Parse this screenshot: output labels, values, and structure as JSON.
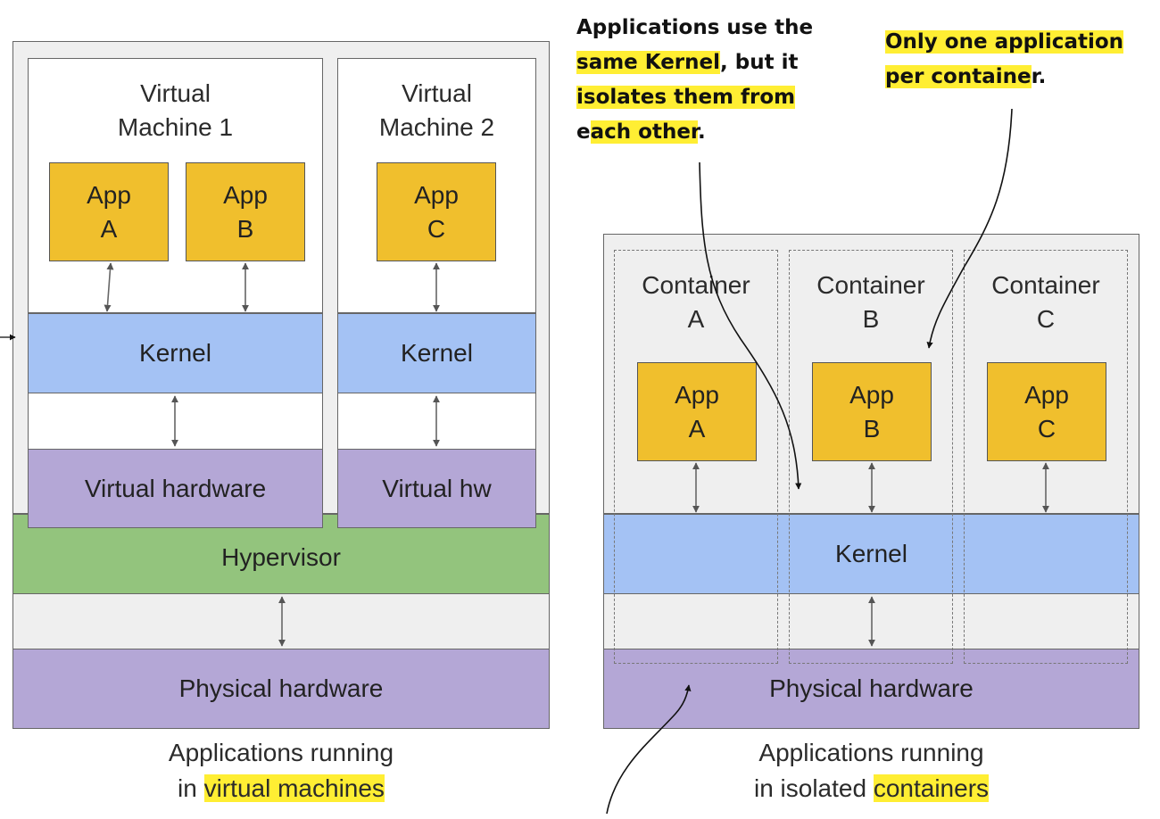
{
  "vm_side": {
    "vm1": {
      "title_line1": "Virtual",
      "title_line2": "Machine 1",
      "kernel": "Kernel",
      "hardware": "Virtual hardware",
      "apps": [
        {
          "line1": "App",
          "line2": "A"
        },
        {
          "line1": "App",
          "line2": "B"
        }
      ]
    },
    "vm2": {
      "title_line1": "Virtual",
      "title_line2": "Machine 2",
      "kernel": "Kernel",
      "hardware": "Virtual hw",
      "apps": [
        {
          "line1": "App",
          "line2": "C"
        }
      ]
    },
    "hypervisor": "Hypervisor",
    "physical": "Physical hardware",
    "caption_line1": "Applications running",
    "caption_line2_prefix": "in ",
    "caption_line2_highlight": "virtual machines"
  },
  "container_side": {
    "containers": [
      {
        "title_line1": "Container",
        "title_line2": "A",
        "app_line1": "App",
        "app_line2": "A"
      },
      {
        "title_line1": "Container",
        "title_line2": "B",
        "app_line1": "App",
        "app_line2": "B"
      },
      {
        "title_line1": "Container",
        "title_line2": "C",
        "app_line1": "App",
        "app_line2": "C"
      }
    ],
    "kernel": "Kernel",
    "physical": "Physical hardware",
    "caption_line1": "Applications running",
    "caption_line2_prefix": "in isolated ",
    "caption_line2_highlight": "containers"
  },
  "notes": {
    "kernel_note": {
      "l1": "Applications use the",
      "l2_hl": "same Kernel",
      "l2_rest": ", but it",
      "l3_hl": "isolates them from",
      "l4_pre": "e",
      "l4_hl": "ach other",
      "l4_post": "."
    },
    "container_note": {
      "l1_hl": "Only one application",
      "l2_hl": "per containe",
      "l2_rest": "r."
    }
  },
  "colors": {
    "app": "#f0bf2d",
    "kernel": "#a4c2f4",
    "hardware": "#b4a7d6",
    "hypervisor": "#93c47d",
    "highlight": "#ffee33"
  }
}
